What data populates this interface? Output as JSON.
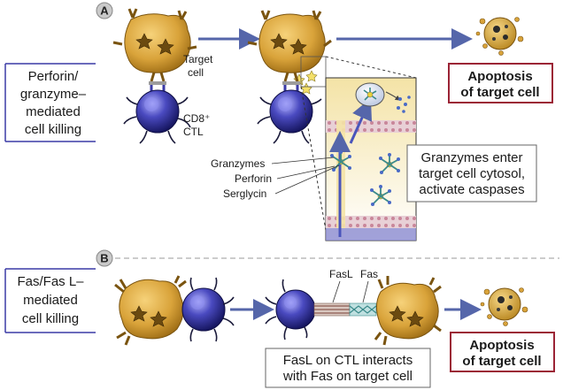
{
  "panel_a": {
    "letter": "A",
    "mechanism": [
      "Perforin/",
      "granzyme–",
      "mediated",
      "cell killing"
    ],
    "target_cell": [
      "Target",
      "cell"
    ],
    "ctl": [
      "CD8⁺",
      "CTL"
    ],
    "apoptosis": [
      "Apoptosis",
      "of target cell"
    ],
    "granzymes": "Granzymes",
    "perforin": "Perforin",
    "serglycin": "Serglycin",
    "caption": [
      "Granzymes enter",
      "target cell cytosol,",
      "activate caspases"
    ]
  },
  "panel_b": {
    "letter": "B",
    "mechanism": [
      "Fas/Fas L–",
      "mediated",
      "cell killing"
    ],
    "fasl": "FasL",
    "fas": "Fas",
    "apoptosis": [
      "Apoptosis",
      "of target cell"
    ],
    "caption": [
      "FasL on CTL interacts",
      "with Fas on target cell"
    ]
  },
  "colors": {
    "target_cell": "#d9a33a",
    "ctl": "#3a3aa6",
    "arrow": "#5566aa",
    "box_border": "#9b2335",
    "zoom_fill": "#f4e3a6"
  }
}
